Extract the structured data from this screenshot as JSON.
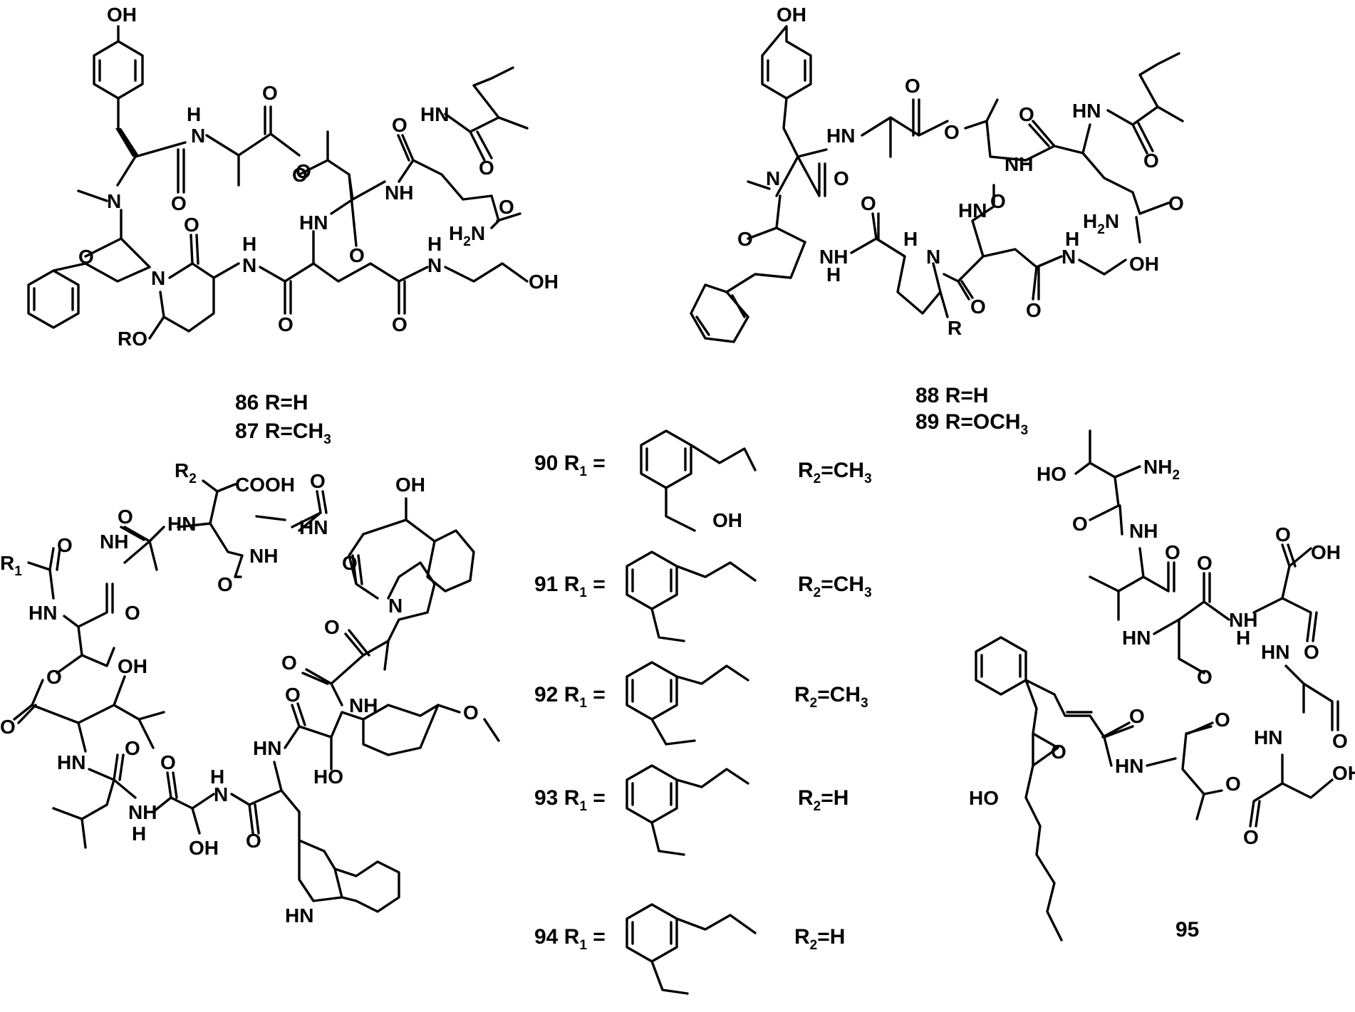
{
  "colors": {
    "ink": "#000000",
    "background": "#ffffff"
  },
  "compounds": [
    {
      "id": "86",
      "label": "86 R=H"
    },
    {
      "id": "87",
      "label": "87 R=CH",
      "sub": "3"
    },
    {
      "id": "88",
      "label": "88 R=H"
    },
    {
      "id": "89",
      "label": "89 R=OCH",
      "sub": "3"
    },
    {
      "id": "90",
      "r1": "90 R",
      "r1_sub": "1",
      "r1_eq": " =",
      "r2": "R",
      "r2_sub": "2",
      "r2_eq": "=CH",
      "r2_sub2": "3"
    },
    {
      "id": "91",
      "r1": "91 R",
      "r1_sub": "1",
      "r1_eq": " =",
      "r2": "R",
      "r2_sub": "2",
      "r2_eq": "=CH",
      "r2_sub2": "3"
    },
    {
      "id": "92",
      "r1": "92 R",
      "r1_sub": "1",
      "r1_eq": " =",
      "r2": "R",
      "r2_sub": "2",
      "r2_eq": "=CH",
      "r2_sub2": "3"
    },
    {
      "id": "93",
      "r1": "93 R",
      "r1_sub": "1",
      "r1_eq": " =",
      "r2": "R",
      "r2_sub": "2",
      "r2_eq": "=H"
    },
    {
      "id": "94",
      "r1": "94 R",
      "r1_sub": "1",
      "r1_eq": " =",
      "r2": "R",
      "r2_sub": "2",
      "r2_eq": "=H"
    },
    {
      "id": "95",
      "label": "95"
    }
  ],
  "atom_labels": {
    "oh": "OH",
    "ho": "HO",
    "o": "O",
    "n": "N",
    "h": "H",
    "nh": "NH",
    "hn": "HN",
    "h2n": "H",
    "h2n_sub": "2",
    "h2n_n": "N",
    "nh2": "NH",
    "nh2_sub": "2",
    "ro": "RO",
    "r": "R",
    "cooh": "COOH",
    "r1": "R",
    "r1_sub": "1",
    "r2": "R",
    "r2_sub": "2",
    "hn_indole": "HN",
    "methoxy_o": "O"
  }
}
